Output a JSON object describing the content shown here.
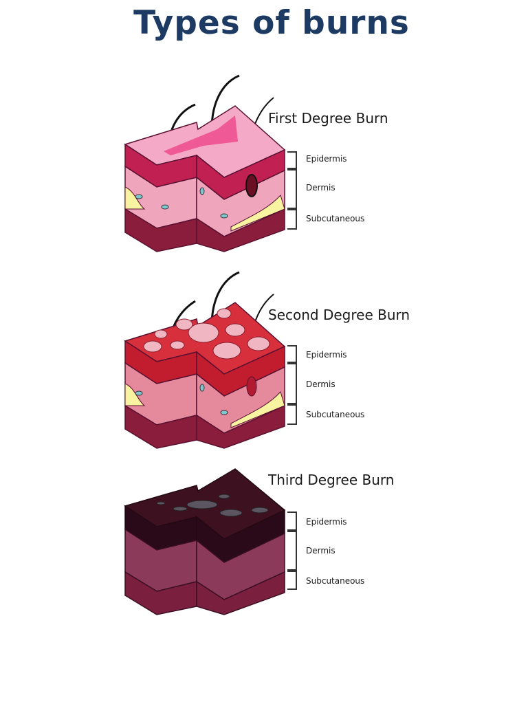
{
  "title": "Types of burns",
  "burns": [
    {
      "title": "First Degree Burn",
      "layers": [
        "Epidermis",
        "Dermis",
        "Subcutaneous"
      ],
      "surface_color": "#f4a9c6",
      "burn_color": "#ee3f86"
    },
    {
      "title": "Second Degree Burn",
      "layers": [
        "Epidermis",
        "Dermis",
        "Subcutaneous"
      ],
      "surface_color": "#d7303c",
      "burn_color": "#c41d2c"
    },
    {
      "title": "Third Degree Burn",
      "layers": [
        "Epidermis",
        "Dermis",
        "Subcutaneous"
      ],
      "surface_color": "#3d1120",
      "burn_color": "#1c0912"
    }
  ],
  "colors": {
    "title": "#1d3a63",
    "epidermis": "#c02052",
    "dermis": "#efa6bc",
    "subcutaneous": "#8a1c3c",
    "fat": "#f7f3a1"
  }
}
